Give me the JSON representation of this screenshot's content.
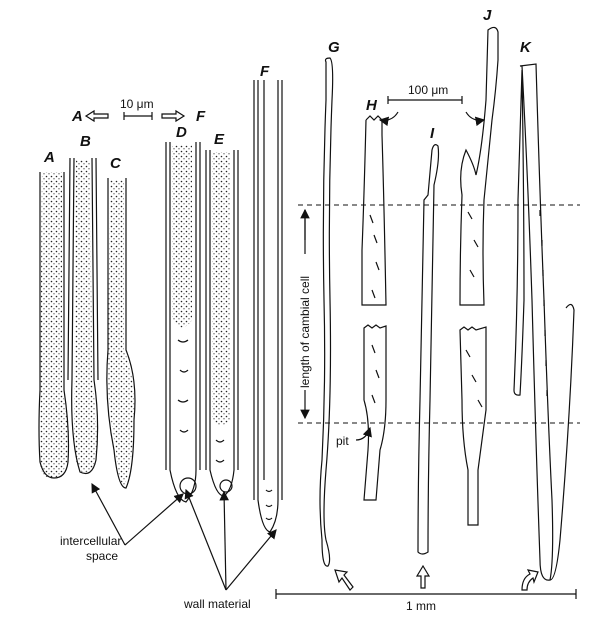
{
  "figure": {
    "cell_labels": [
      "A",
      "B",
      "C",
      "D",
      "E",
      "F",
      "G",
      "H",
      "I",
      "J",
      "K"
    ],
    "scale_small": {
      "left": "A",
      "value": "10 μm",
      "right": "F"
    },
    "scale_medium": "100 μm",
    "scale_large": "1 mm",
    "annotations": {
      "length": "length of cambial cell",
      "pit": "pit",
      "intercellular_1": "intercellular",
      "intercellular_2": "space",
      "wall": "wall material"
    },
    "colors": {
      "ink": "#111111",
      "background": "#ffffff"
    }
  }
}
